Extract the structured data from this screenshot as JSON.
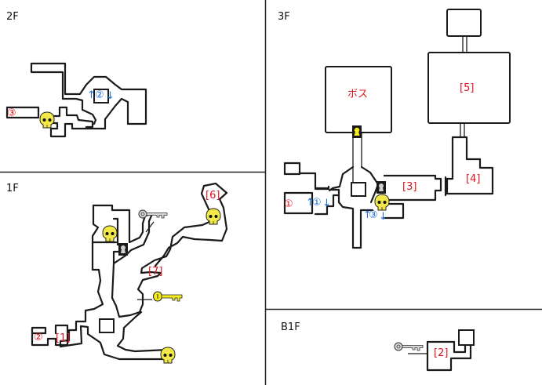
{
  "floors": {
    "f2": {
      "label": "2F",
      "stairs": {
        "id": "②",
        "up": "↑",
        "down": "↓"
      },
      "marker_exit": "③"
    },
    "f1": {
      "label": "1F",
      "rooms": {
        "r1": "[1]",
        "r6": "[6]",
        "r7": "[7]"
      },
      "marker_exit": "②"
    },
    "f3": {
      "label": "3F",
      "rooms": {
        "boss": "ボス",
        "r3": "[3]",
        "r4": "[4]",
        "r5": "[5]"
      },
      "stairs1": {
        "id": "①",
        "up": "↑",
        "down": "↓"
      },
      "stairs3": {
        "id": "③",
        "up": "↑",
        "down": "↓"
      },
      "marker_exit": "①"
    },
    "b1": {
      "label": "B1F",
      "rooms": {
        "r2": "[2]"
      }
    }
  },
  "legend_icons": {
    "enemy": "skull-icon",
    "gold_key": "gold-key-icon",
    "silver_key": "silver-key-icon",
    "locked_door": "keyhole-icon"
  },
  "colors": {
    "room_label": "#e0141e",
    "stairs": "#1e6fd6",
    "skull": "#f2e84a",
    "gold_key": "#f5ec1e",
    "silver_key": "#cfcfcf"
  }
}
